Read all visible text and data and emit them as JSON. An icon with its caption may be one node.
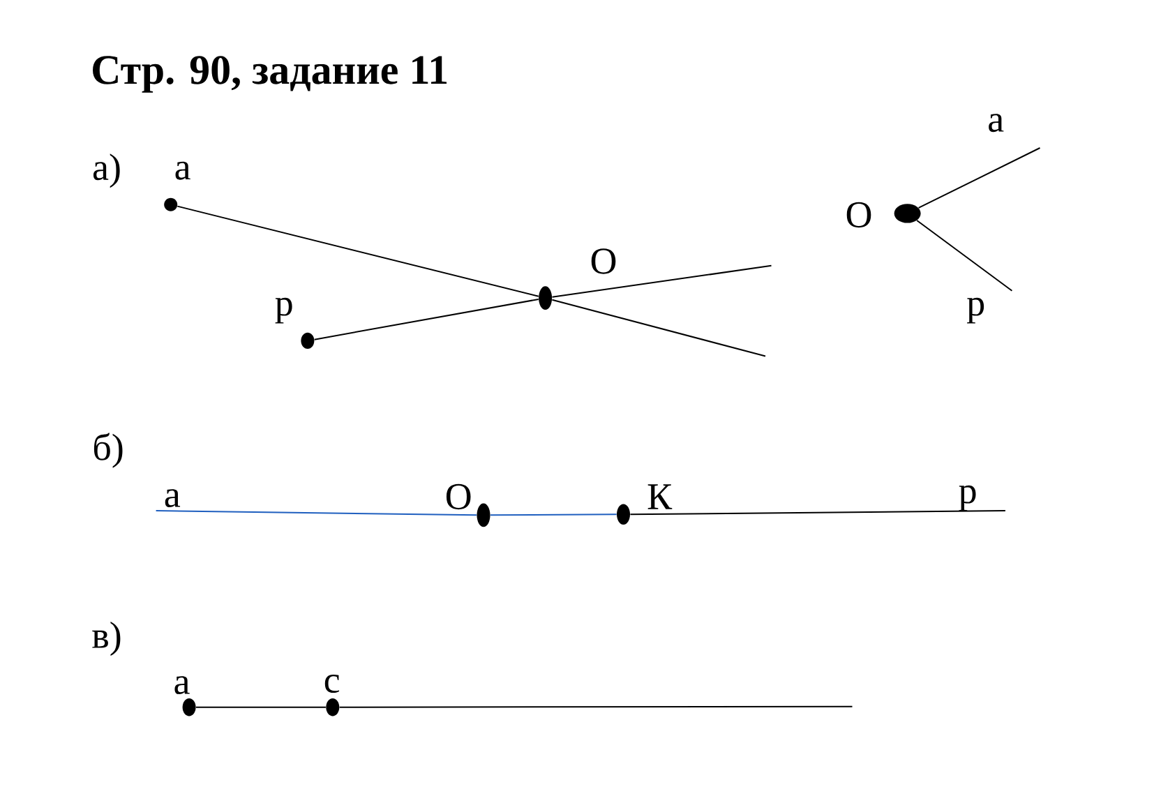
{
  "diagram": {
    "title": "Стр. 90, задание 11",
    "nodes": [
      {
        "text": [],
        "shape": "circle",
        "beside": [
          "а"
        ]
      },
      {
        "text": [],
        "shape": "circle",
        "beside": [
          "р"
        ]
      },
      {
        "text": [],
        "shape": "circle",
        "beside": [
          "О"
        ]
      },
      {
        "text": [],
        "shape": "circle",
        "beside": [
          "О"
        ]
      },
      {
        "text": [],
        "shape": "circle",
        "beside": [
          "О"
        ]
      },
      {
        "text": [],
        "shape": "circle",
        "beside": [
          "К"
        ]
      },
      {
        "text": [],
        "shape": "circle",
        "beside": [
          "а"
        ]
      },
      {
        "text": [],
        "shape": "circle",
        "beside": [
          "с"
        ]
      }
    ],
    "edges": [
      {
        "from": 0,
        "to": 2,
        "arrow": "none"
      },
      {
        "from": 2,
        "to": null,
        "arrow": "none"
      },
      {
        "from": 1,
        "to": 2,
        "arrow": "none"
      },
      {
        "from": 2,
        "to": null,
        "arrow": "none"
      },
      {
        "from": 3,
        "to": null,
        "arrow": "none"
      },
      {
        "from": 3,
        "to": null,
        "arrow": "none"
      },
      {
        "from": null,
        "to": 4,
        "arrow": "none",
        "color": "#1f5fbf"
      },
      {
        "from": 4,
        "to": 5,
        "arrow": "none",
        "color": "#1f5fbf"
      },
      {
        "from": 5,
        "to": null,
        "arrow": "none"
      },
      {
        "from": 6,
        "to": 7,
        "arrow": "none"
      },
      {
        "from": 7,
        "to": null,
        "arrow": "none"
      }
    ],
    "labels": [
      "а)",
      "б)",
      "в)",
      "а",
      "р",
      "а",
      "р"
    ]
  }
}
